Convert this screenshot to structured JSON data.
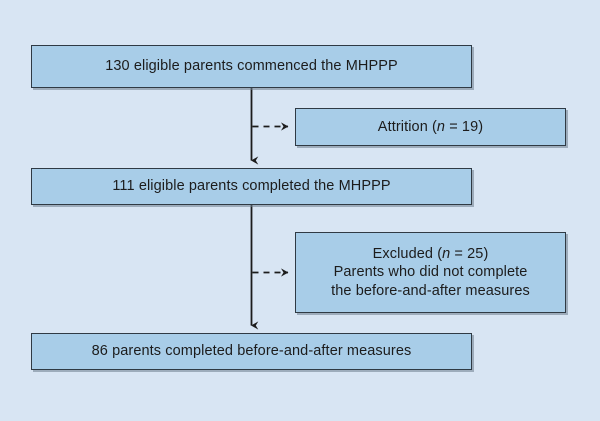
{
  "diagram": {
    "type": "participant-flow-chart",
    "background_color": "#d8e5f3",
    "node_fill_color": "#a8cde8",
    "node_border_color": "#2f3a44",
    "connector_color": "#1c1c1c",
    "nodes": [
      {
        "id": "enrolled",
        "kind": "primary",
        "lines": [
          "130 eligible parents commenced the MHPPP"
        ],
        "count": 130
      },
      {
        "id": "attrition",
        "kind": "side",
        "lines": [
          "Attrition (n = 19)"
        ],
        "label_prefix": "Attrition (",
        "label_italic": "n",
        "label_suffix": " = 19)",
        "count": 19
      },
      {
        "id": "completed",
        "kind": "primary",
        "lines": [
          "111 eligible parents completed the MHPPP"
        ],
        "count": 111
      },
      {
        "id": "excluded",
        "kind": "side",
        "lines": [
          "Excluded (n = 25)",
          "Parents who did not complete",
          "the before-and-after measures"
        ],
        "label_prefix": "Excluded (",
        "label_italic": "n",
        "label_suffix": " = 25)",
        "line2": "Parents who did not complete",
        "line3": "the before-and-after measures",
        "count": 25
      },
      {
        "id": "measures",
        "kind": "primary",
        "lines": [
          "86 parents completed before-and-after measures"
        ],
        "count": 86
      }
    ],
    "connectors": [
      {
        "id": "enrolled-to-completed",
        "style": "solid",
        "arrow": "down"
      },
      {
        "id": "enrolled-to-attrition",
        "style": "dashed",
        "arrow": "right"
      },
      {
        "id": "completed-to-measures",
        "style": "solid",
        "arrow": "down"
      },
      {
        "id": "completed-to-excluded",
        "style": "dashed",
        "arrow": "right"
      }
    ]
  }
}
